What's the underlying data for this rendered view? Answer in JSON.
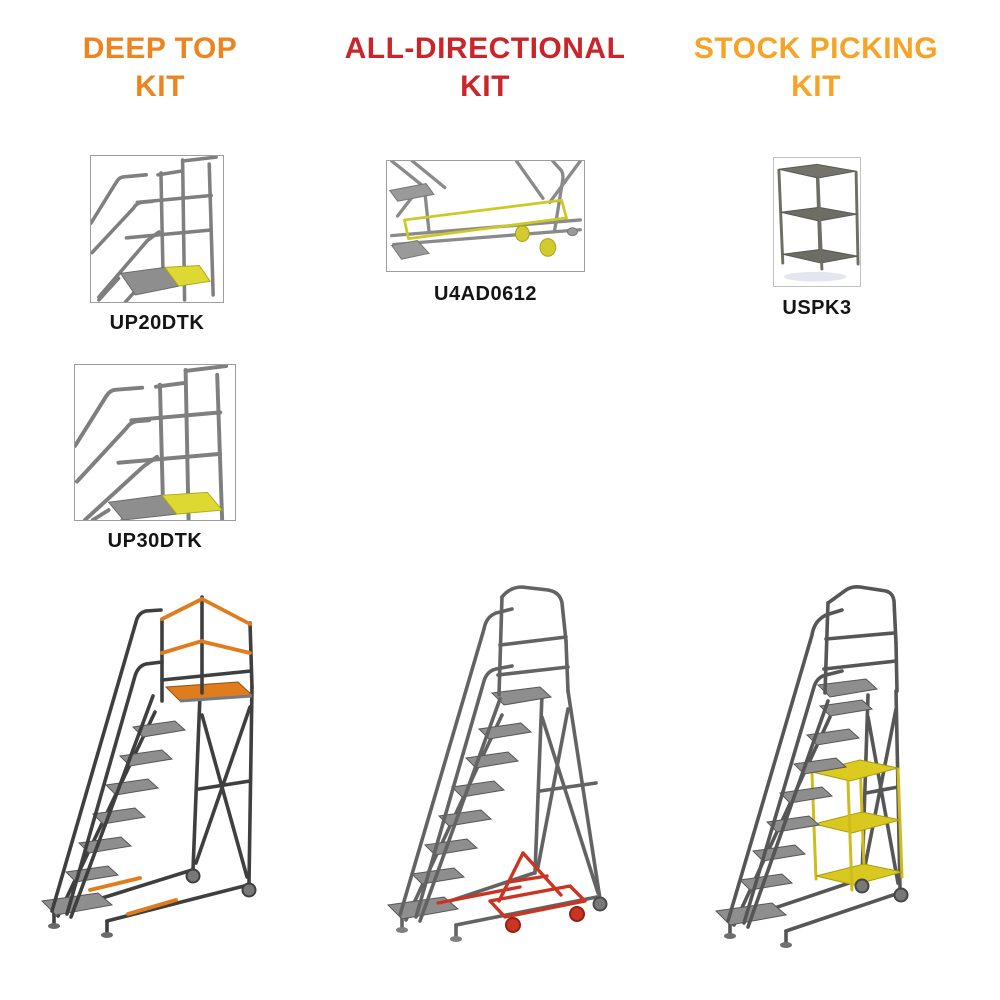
{
  "colors": {
    "background": "#FFFFFF",
    "deep_top_title": "#EE8420",
    "all_directional_title": "#C9252B",
    "stock_picking_title": "#F6A428",
    "deep_top_kit_accent": "#E07C1E",
    "all_directional_kit_accent": "#CB3422",
    "stock_picking_kit_accent": "#D9C81F",
    "product_label": "#141414",
    "ladder_tube_gray": "#7F7F7F",
    "ladder_frame_dark": "#3F3F3F"
  },
  "columns": [
    {
      "title_line1": "DEEP TOP",
      "title_line2": "KIT",
      "products": [
        {
          "code": "UP20DTK"
        },
        {
          "code": "UP30DTK"
        }
      ]
    },
    {
      "title_line1": "ALL-DIRECTIONAL",
      "title_line2": "KIT",
      "products": [
        {
          "code": "U4AD0612"
        }
      ]
    },
    {
      "title_line1": "STOCK PICKING",
      "title_line2": "KIT",
      "products": [
        {
          "code": "USPK3"
        }
      ]
    }
  ]
}
